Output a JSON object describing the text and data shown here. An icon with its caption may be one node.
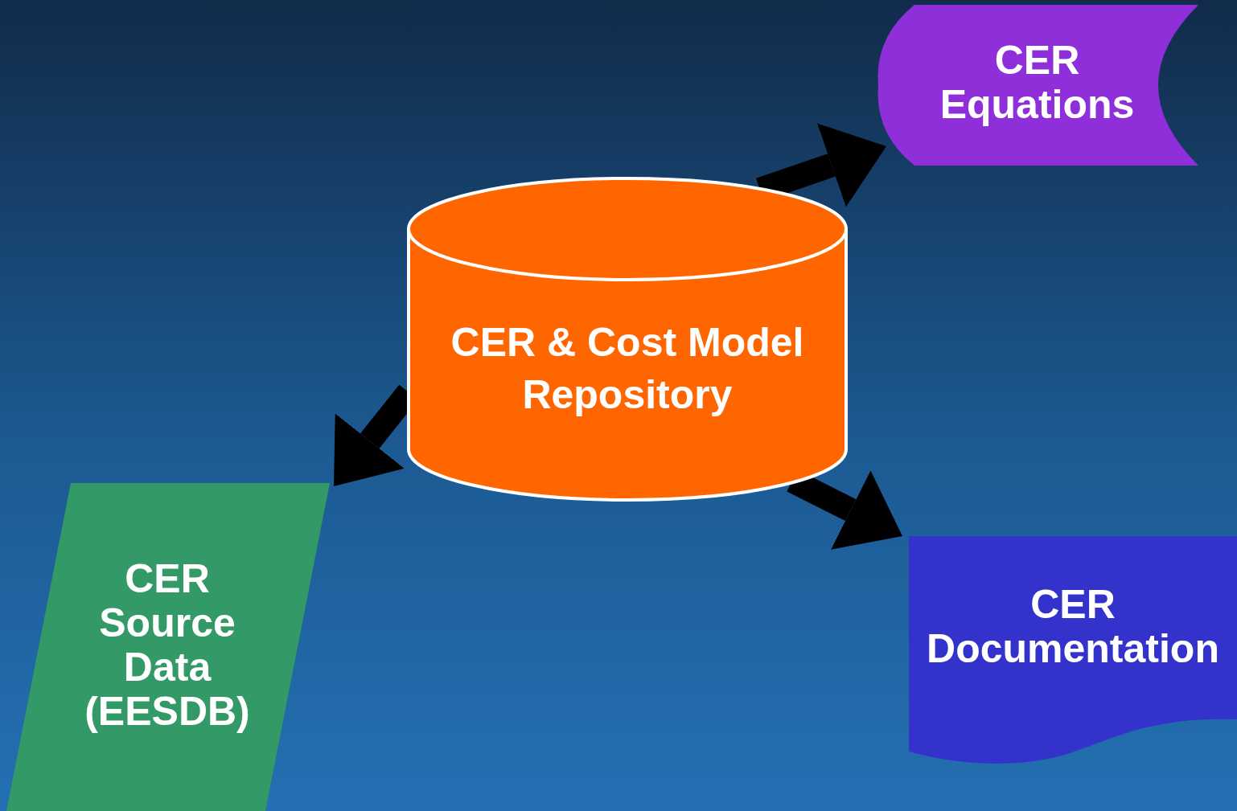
{
  "diagram": {
    "nodes": [
      {
        "text": [
          "CER & Cost Model Repository"
        ]
      },
      {
        "text": [
          "CER Equations"
        ]
      },
      {
        "text": [
          "CER Source Data (EESDB)"
        ]
      },
      {
        "text": [
          "CER Documentation"
        ]
      }
    ],
    "edges": [
      {
        "from": 0,
        "to": 1,
        "arrow": "to"
      },
      {
        "from": 0,
        "to": 2,
        "arrow": "to"
      },
      {
        "from": 0,
        "to": 3,
        "arrow": "to"
      }
    ]
  }
}
